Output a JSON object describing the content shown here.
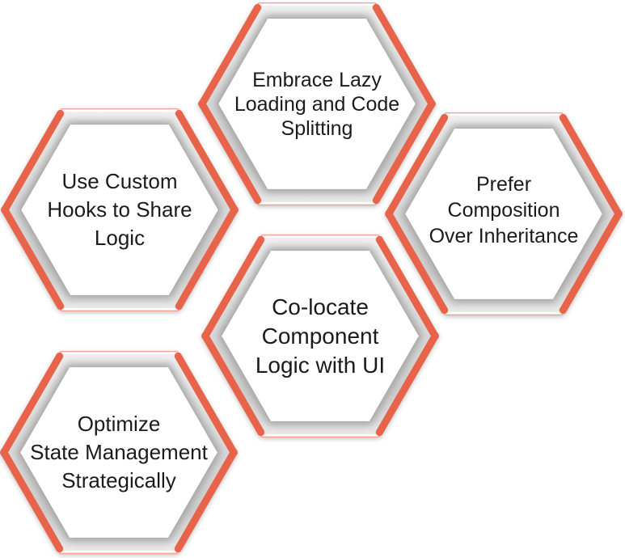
{
  "colors": {
    "accent_orange": "#E7634A",
    "accent_hairline": "#F2A593",
    "band_silver_light": "#F0F0F0",
    "band_silver_dark": "#A2A2A2",
    "hexagon_fill": "#FFFFFF",
    "text": "#1B1B1B",
    "background": "#FFFFFF"
  },
  "hexagons": [
    {
      "id": "embrace-lazy-loading",
      "position": "top-center",
      "text": "Embrace Lazy Loading and Code Splitting",
      "lines": [
        "Embrace Lazy",
        "Loading and Code",
        "Splitting"
      ]
    },
    {
      "id": "use-custom-hooks",
      "position": "middle-left",
      "text": "Use Custom Hooks to Share Logic",
      "lines": [
        "Use Custom",
        "Hooks to Share",
        "Logic"
      ]
    },
    {
      "id": "prefer-composition",
      "position": "middle-right",
      "text": "Prefer Composition Over Inheritance",
      "lines": [
        "Prefer",
        "Composition",
        "Over Inheritance"
      ]
    },
    {
      "id": "co-locate-component-logic",
      "position": "center",
      "text": "Co-locate Component Logic with UI",
      "lines": [
        "Co-locate",
        "Component",
        "Logic with UI"
      ]
    },
    {
      "id": "optimize-state-management",
      "position": "bottom-left",
      "text": "Optimize State Management Strategically",
      "lines": [
        "Optimize",
        "State Management",
        "Strategically"
      ]
    }
  ]
}
